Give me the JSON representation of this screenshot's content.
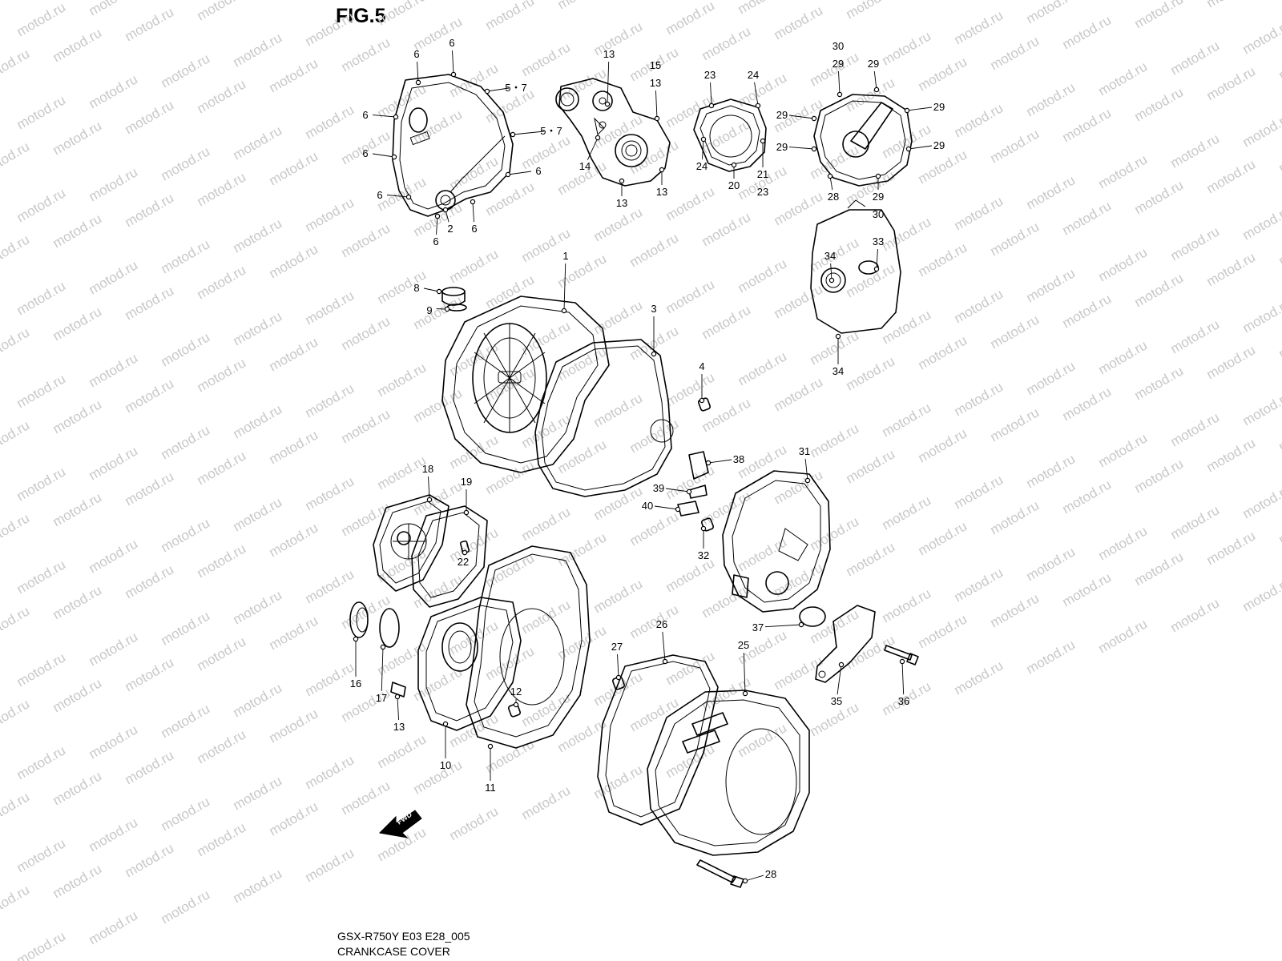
{
  "figure": {
    "title": "FIG.5",
    "code": "GSX-R750Y E03 E28_005",
    "name": "CRANKCASE COVER",
    "watermark": "motod.ru",
    "fwd_label": "FWD"
  },
  "callouts": [
    {
      "id": "c6a",
      "text": "6"
    },
    {
      "id": "c6b",
      "text": "6"
    },
    {
      "id": "c57a",
      "text": "5・7"
    },
    {
      "id": "c6c",
      "text": "6"
    },
    {
      "id": "c57b",
      "text": "5・7"
    },
    {
      "id": "c6d",
      "text": "6"
    },
    {
      "id": "c6e",
      "text": "6"
    },
    {
      "id": "c6f",
      "text": "6"
    },
    {
      "id": "c2",
      "text": "2"
    },
    {
      "id": "c6g",
      "text": "6"
    },
    {
      "id": "c6h",
      "text": "6"
    },
    {
      "id": "c13a",
      "text": "13"
    },
    {
      "id": "c15",
      "text": "15"
    },
    {
      "id": "c13b",
      "text": "13"
    },
    {
      "id": "c14",
      "text": "14"
    },
    {
      "id": "c13c",
      "text": "13"
    },
    {
      "id": "c13d",
      "text": "13"
    },
    {
      "id": "c23a",
      "text": "23"
    },
    {
      "id": "c24a",
      "text": "24"
    },
    {
      "id": "c24b",
      "text": "24"
    },
    {
      "id": "c20",
      "text": "20"
    },
    {
      "id": "c21",
      "text": "21"
    },
    {
      "id": "c23b",
      "text": "23"
    },
    {
      "id": "c30a",
      "text": "30"
    },
    {
      "id": "c29a",
      "text": "29"
    },
    {
      "id": "c29b",
      "text": "29"
    },
    {
      "id": "c29c",
      "text": "29"
    },
    {
      "id": "c29d",
      "text": "29"
    },
    {
      "id": "c29e",
      "text": "29"
    },
    {
      "id": "c29f",
      "text": "29"
    },
    {
      "id": "c28a",
      "text": "28"
    },
    {
      "id": "c29g",
      "text": "29"
    },
    {
      "id": "c30b",
      "text": "30"
    },
    {
      "id": "c1",
      "text": "1"
    },
    {
      "id": "c8",
      "text": "8"
    },
    {
      "id": "c9",
      "text": "9"
    },
    {
      "id": "c3",
      "text": "3"
    },
    {
      "id": "c4",
      "text": "4"
    },
    {
      "id": "c34a",
      "text": "34"
    },
    {
      "id": "c33",
      "text": "33"
    },
    {
      "id": "c34b",
      "text": "34"
    },
    {
      "id": "c38",
      "text": "38"
    },
    {
      "id": "c31",
      "text": "31"
    },
    {
      "id": "c39",
      "text": "39"
    },
    {
      "id": "c40",
      "text": "40"
    },
    {
      "id": "c32",
      "text": "32"
    },
    {
      "id": "c18",
      "text": "18"
    },
    {
      "id": "c19",
      "text": "19"
    },
    {
      "id": "c22",
      "text": "22"
    },
    {
      "id": "c37",
      "text": "37"
    },
    {
      "id": "c26",
      "text": "26"
    },
    {
      "id": "c25",
      "text": "25"
    },
    {
      "id": "c27",
      "text": "27"
    },
    {
      "id": "c35",
      "text": "35"
    },
    {
      "id": "c36",
      "text": "36"
    },
    {
      "id": "c16",
      "text": "16"
    },
    {
      "id": "c17",
      "text": "17"
    },
    {
      "id": "c13e",
      "text": "13"
    },
    {
      "id": "c12",
      "text": "12"
    },
    {
      "id": "c10",
      "text": "10"
    },
    {
      "id": "c11",
      "text": "11"
    },
    {
      "id": "c28b",
      "text": "28"
    }
  ]
}
